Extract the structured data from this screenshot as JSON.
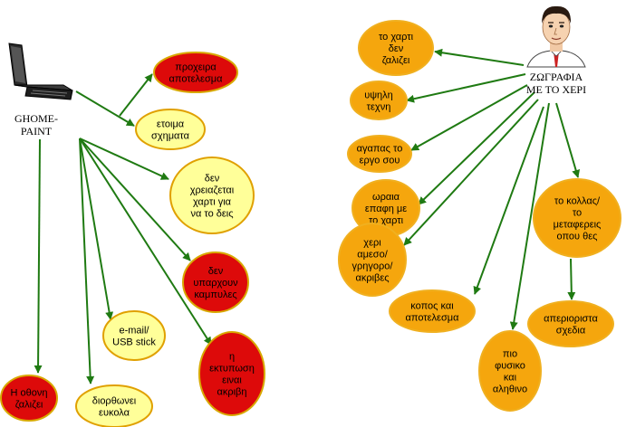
{
  "colors": {
    "arrow": "#1f7a12",
    "red_fill": "#dd0a0a",
    "red_stroke": "#d8a800",
    "yellow_fill": "#ffff99",
    "yellow_stroke": "#e0a000",
    "orange_fill": "#f5a60d",
    "orange_stroke": "#f0b020"
  },
  "left_source": {
    "label": "GHOME-\nPAINT",
    "icon": "laptop-icon"
  },
  "right_source": {
    "label": "ΖΩΓΡΑΦΙΑ\nΜΕ ΤΟ ΧΕΡΙ",
    "icon": "man-face-icon"
  },
  "left_nodes": [
    {
      "id": "proxeira",
      "text": "προχειρα\nαποτελεσμα",
      "color": "red"
    },
    {
      "id": "etoima",
      "text": "ετοιμα\nσχηματα",
      "color": "yellow"
    },
    {
      "id": "xarti",
      "text": "δεν\nχρειαζεται\nχαρτι για\nνα το δεις",
      "color": "yellow"
    },
    {
      "id": "kampyles",
      "text": "δεν\nυπαρχουν\nκαμπυλες",
      "color": "red"
    },
    {
      "id": "email",
      "text": "e-mail/\nUSB stick",
      "color": "yellow"
    },
    {
      "id": "ektyposi",
      "text": "η\nεκτυπωση\nειναι\nακριβη",
      "color": "red"
    },
    {
      "id": "othoni",
      "text": "Η οθονη\nζαλιζει",
      "color": "red"
    },
    {
      "id": "diorthonei",
      "text": "διορθωνει\nευκολα",
      "color": "yellow"
    }
  ],
  "right_nodes": [
    {
      "id": "xarti_zalizei",
      "text": "το χαρτι\nδεν\nζαλιζει",
      "color": "orange"
    },
    {
      "id": "ypsili",
      "text": "υψηλη\nτεχνη",
      "color": "orange"
    },
    {
      "id": "agapas",
      "text": "αγαπας το\nεργο σου",
      "color": "orange"
    },
    {
      "id": "oraia",
      "text": "ωραια\nεπαφη με\nτο χαρτι",
      "color": "orange"
    },
    {
      "id": "xeri",
      "text": "χερι\nαμεσο/\nγρηγορο/\nακριβες",
      "color": "orange"
    },
    {
      "id": "kopos",
      "text": "κοπος και\nαποτελεσμα",
      "color": "orange"
    },
    {
      "id": "fysiko",
      "text": "πιο\nφυσικο\nκαι\nαληθινο",
      "color": "orange"
    },
    {
      "id": "kollas",
      "text": "το κολλας/\nτο\nμεταφερεις\nοπου θες",
      "color": "orange"
    },
    {
      "id": "sxedia",
      "text": "απεριοριστα\nσχεδια",
      "color": "orange"
    }
  ]
}
